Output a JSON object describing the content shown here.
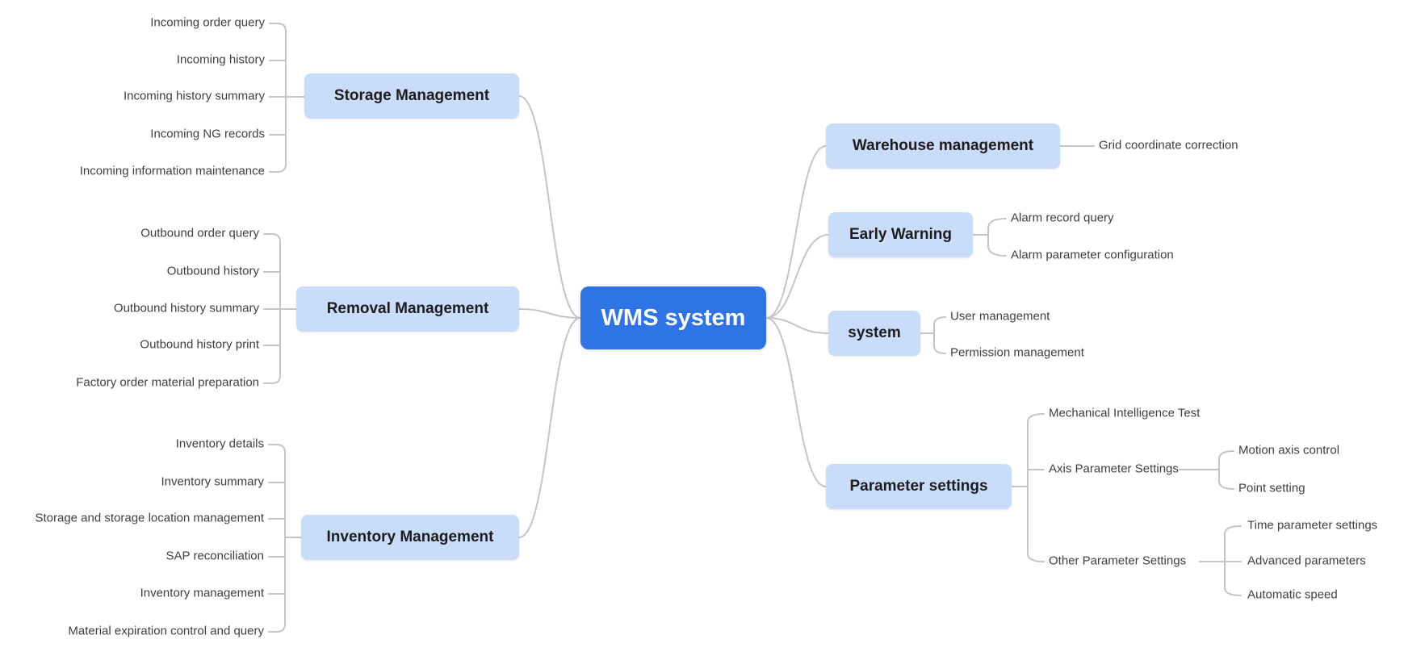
{
  "map": {
    "root": "WMS system",
    "left": [
      {
        "label": "Storage Management",
        "children": [
          "Incoming order query",
          "Incoming history",
          "Incoming history summary",
          "Incoming NG records",
          "Incoming information maintenance"
        ]
      },
      {
        "label": "Removal Management",
        "children": [
          "Outbound order query",
          "Outbound history",
          "Outbound history summary",
          "Outbound history print",
          "Factory order material preparation"
        ]
      },
      {
        "label": "Inventory Management",
        "children": [
          "Inventory details",
          "Inventory summary",
          "Storage and storage location management",
          "SAP reconciliation",
          "Inventory management",
          "Material expiration control and query"
        ]
      }
    ],
    "right": [
      {
        "label": "Warehouse management",
        "children": [
          {
            "label": "Grid coordinate correction"
          }
        ]
      },
      {
        "label": "Early Warning",
        "children": [
          {
            "label": "Alarm record query"
          },
          {
            "label": "Alarm parameter configuration"
          }
        ]
      },
      {
        "label": "system",
        "children": [
          {
            "label": "User management"
          },
          {
            "label": "Permission management"
          }
        ]
      },
      {
        "label": "Parameter settings",
        "children": [
          {
            "label": "Mechanical Intelligence Test"
          },
          {
            "label": "Axis Parameter Settings",
            "children": [
              {
                "label": "Motion axis control"
              },
              {
                "label": "Point setting"
              }
            ]
          },
          {
            "label": "Other Parameter Settings",
            "children": [
              {
                "label": "Time parameter settings"
              },
              {
                "label": "Advanced parameters"
              },
              {
                "label": "Automatic speed"
              }
            ]
          }
        ]
      }
    ],
    "colors": {
      "background": "#ffffff",
      "root_bg": "#2e74e4",
      "root_text": "#ffffff",
      "branch_bg": "#c9dcfa",
      "branch_text": "#1c1c1c",
      "leaf_text": "#3f3f3f",
      "connector": "#c5c5c5"
    }
  }
}
